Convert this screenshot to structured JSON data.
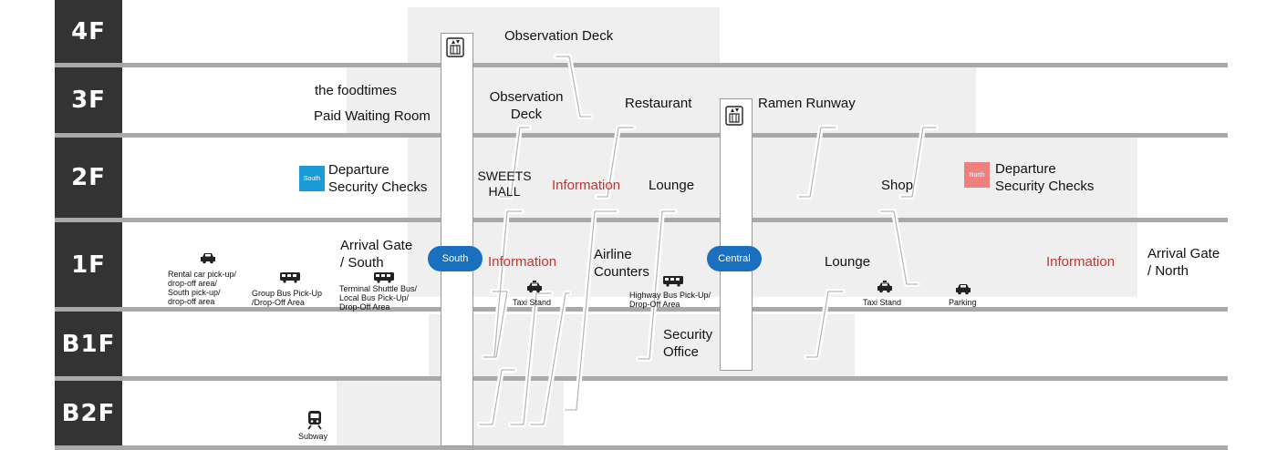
{
  "floors": [
    "4F",
    "3F",
    "2F",
    "1F",
    "B1F",
    "B2F"
  ],
  "elevators": {
    "south_label": "South",
    "central_label": "Central"
  },
  "labels": {
    "observation_deck_4f": "Observation Deck",
    "foodtimes": "the foodtimes",
    "paid_waiting_room": "Paid Waiting Room",
    "observation_deck_3f": "Observation\nDeck",
    "restaurant": "Restaurant",
    "ramen_runway": "Ramen Runway",
    "south_security": "Departure\nSecurity Checks",
    "south_tag": "South",
    "sweets_hall": "SWEETS\nHALL",
    "information_2f": "Information",
    "lounge_2f": "Lounge",
    "shop": "Shop",
    "north_security": "Departure\nSecurity Checks",
    "north_tag": "North",
    "arrival_south": "Arrival Gate\n/ South",
    "information_1f_south": "Information",
    "airline_counters": "Airline\nCounters",
    "lounge_1f": "Lounge",
    "information_1f_north": "Information",
    "arrival_north": "Arrival Gate\n/ North",
    "rental_car": "Rental car pick-up/\ndrop-off area/\nSouth pick-up/\ndrop-off area",
    "group_bus": "Group Bus Pick-Up\n/Drop-Off Area",
    "terminal_shuttle": "Terminal Shuttle Bus/\nLocal Bus Pick-Up/\nDrop-Off Area",
    "taxi_stand_south": "Taxi Stand",
    "highway_bus": "Highway Bus Pick-Up/\nDrop-Off Area",
    "taxi_stand_north": "Taxi Stand",
    "parking": "Parking",
    "security_office": "Security\nOffice",
    "subway": "Subway"
  },
  "colors": {
    "floor_label_bg": "#333333",
    "divider": "#a9a9a9",
    "zone": "#efefef",
    "accent_red": "#c8322f",
    "elevator_blue": "#1a6fbf",
    "south_tag": "#1a9bd7",
    "north_tag": "#ef8080"
  },
  "icons": [
    "elevator-icon",
    "car-icon",
    "bus-icon",
    "taxi-icon",
    "train-icon"
  ]
}
